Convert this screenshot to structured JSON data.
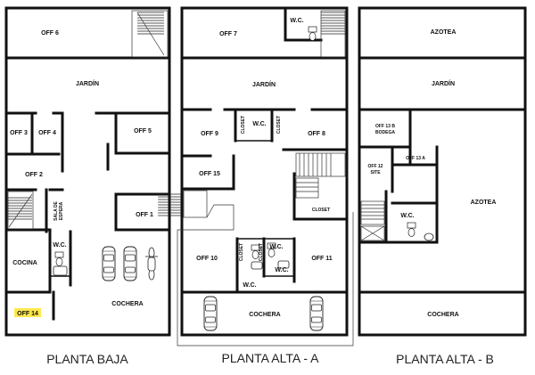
{
  "planta_baja": {
    "caption": "PLANTA BAJA",
    "rooms": {
      "off6": "OFF 6",
      "jardin": "JARDÍN",
      "off3": "OFF 3",
      "off4": "OFF 4",
      "off5": "OFF 5",
      "off2": "OFF 2",
      "sala_1": "SALA DE",
      "sala_2": "ESPERA",
      "off1": "OFF 1",
      "wc": "W.C.",
      "cocina": "COCINA",
      "off14": "OFF 14",
      "cochera": "COCHERA"
    }
  },
  "planta_alta_a": {
    "caption": "PLANTA ALTA - A",
    "rooms": {
      "off7": "OFF 7",
      "wc_top": "W.C.",
      "jardin": "JARDÍN",
      "off9": "OFF 9",
      "closet_1": "CLOSET",
      "wc_mid": "W.C.",
      "closet_2": "CLOSET",
      "off8": "OFF 8",
      "off15": "OFF 15",
      "closet_3": "CLOSET",
      "off10": "OFF 10",
      "closet_4": "CLOSET",
      "closet_5": "CLOSET",
      "wc_low": "W.C.",
      "off11": "OFF 11",
      "wc_bottom": "W.C.",
      "cochera": "COCHERA"
    }
  },
  "planta_alta_b": {
    "caption": "PLANTA ALTA - B",
    "rooms": {
      "azotea_top": "AZOTEA",
      "jardin": "JARDÍN",
      "off13b_1": "OFF 13 B",
      "off13b_2": "BODEGA",
      "off13a": "OFF 13 A",
      "off12_1": "OFF 12",
      "off12_2": "SITE",
      "azotea_mid": "AZOTEA",
      "wc": "W.C.",
      "cochera": "COCHERA"
    }
  },
  "colors": {
    "walls": "#111111",
    "highlight": "#ffe84d",
    "background": "#ffffff"
  }
}
